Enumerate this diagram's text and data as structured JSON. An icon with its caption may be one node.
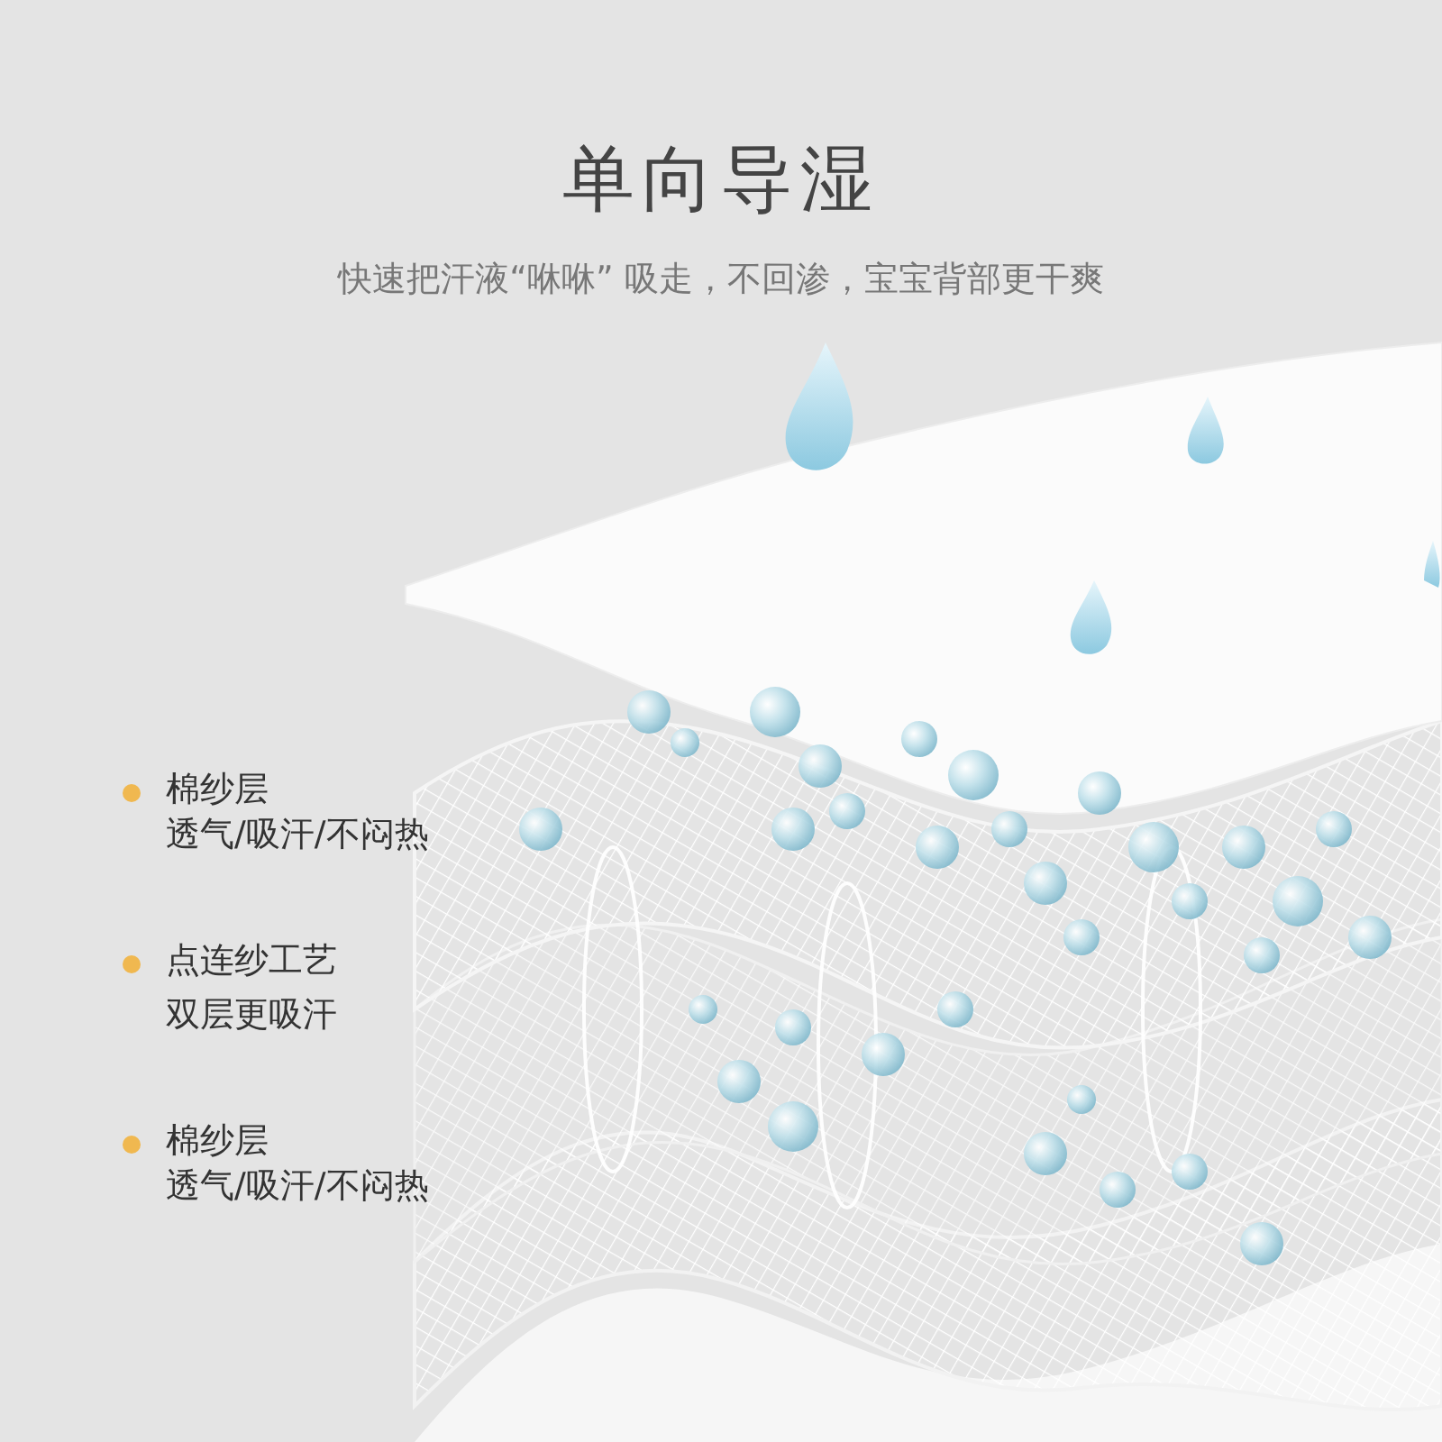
{
  "diagram": {
    "title": "单向导湿",
    "labels": [
      "快速把汗液“咻咻” 吸走，不回渗，宝宝背部更干爽",
      "棉纱层",
      "透气/吸汗/不闷热",
      "点连纱工艺",
      "双层更吸汗",
      "棉纱层",
      "透气/吸汗/不闷热"
    ]
  }
}
